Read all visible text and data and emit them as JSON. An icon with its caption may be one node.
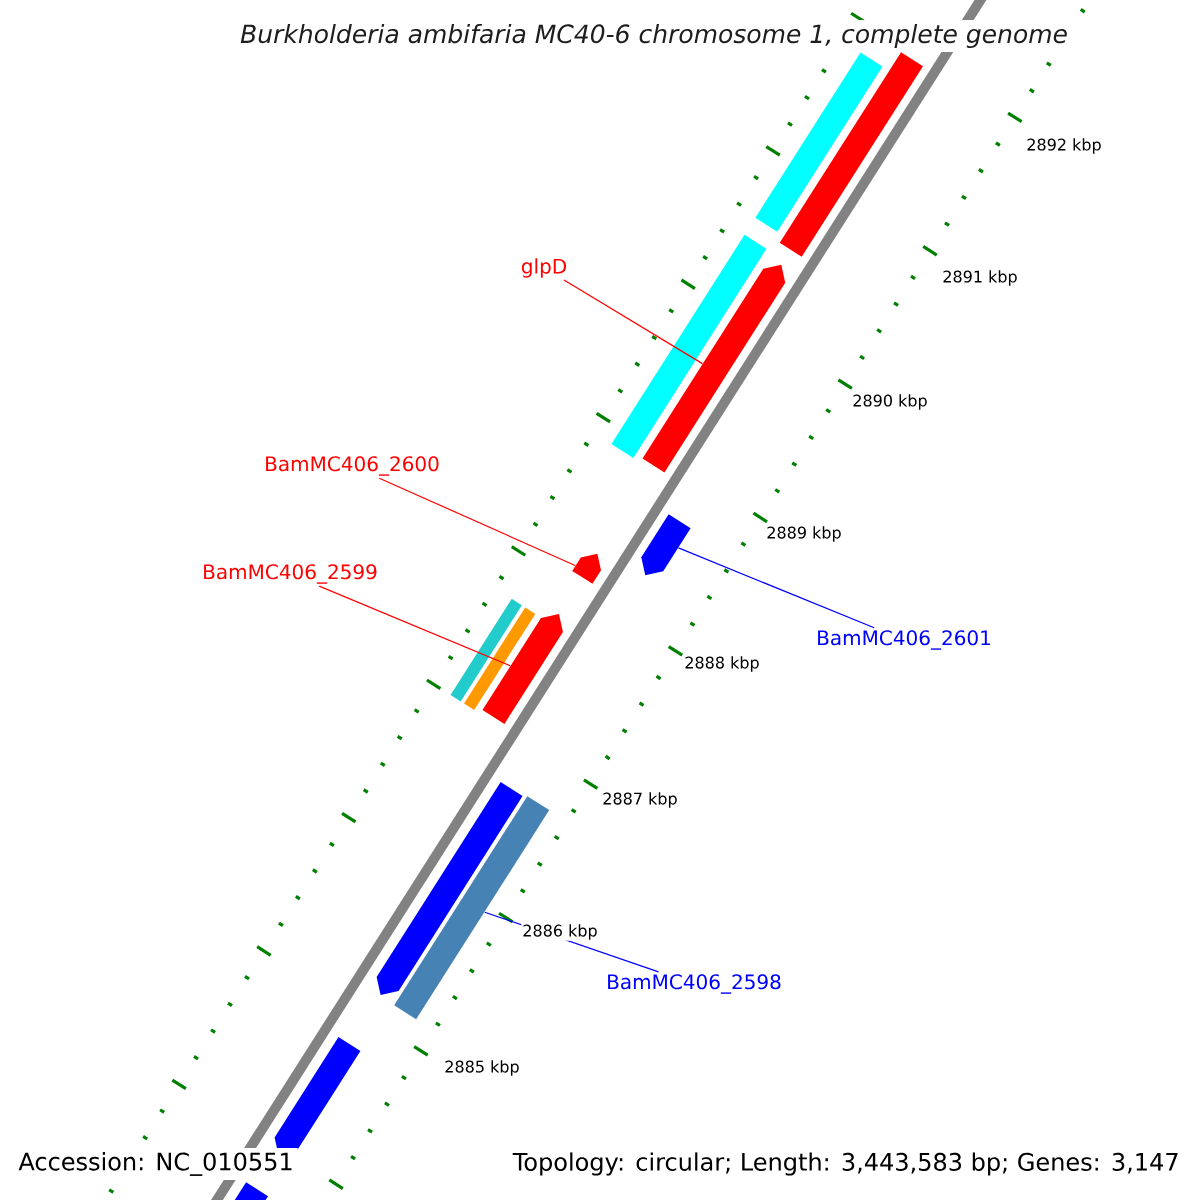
{
  "diagram": {
    "title": "Burkholderia ambifaria MC40-6 chromosome 1, complete genome",
    "nodes": [
      {
        "text": [
          "glpD"
        ]
      },
      {
        "text": [
          "BamMC406_2600"
        ]
      },
      {
        "text": [
          "BamMC406_2599"
        ]
      },
      {
        "text": [
          "BamMC406_2601"
        ]
      },
      {
        "text": [
          "BamMC406_2598"
        ]
      },
      {
        "text": [],
        "shape": "bar"
      },
      {
        "text": [],
        "shape": "bar"
      },
      {
        "text": [],
        "shape": "bar"
      },
      {
        "text": [],
        "shape": "bar"
      },
      {
        "text": [],
        "shape": "bar"
      },
      {
        "text": [],
        "shape": "bar"
      },
      {
        "text": [],
        "shape": "bar"
      },
      {
        "text": [],
        "shape": "bar"
      },
      {
        "text": [],
        "shape": "bar"
      },
      {
        "text": [],
        "shape": "bar"
      },
      {
        "text": [],
        "shape": "bar"
      },
      {
        "text": [],
        "shape": "bar"
      },
      {
        "text": [],
        "shape": "bar"
      }
    ],
    "edges": [
      {
        "from": 0,
        "to": 8,
        "arrow": "none"
      },
      {
        "from": 1,
        "to": 10,
        "arrow": "none"
      },
      {
        "from": 2,
        "to": 13,
        "arrow": "none"
      },
      {
        "from": 3,
        "to": 9,
        "arrow": "none",
        "color": "#0000ff"
      },
      {
        "from": 4,
        "to": 15,
        "arrow": "none",
        "color": "#0000ff"
      }
    ],
    "labels": [
      "2892 kbp",
      "2891 kbp",
      "2890 kbp",
      "2889 kbp",
      "2888 kbp",
      "2887 kbp",
      "2886 kbp",
      "2885 kbp",
      "Accession: NC_010551",
      "Topology: circular; Length: 3,443,583 bp; Genes: 3,147"
    ]
  }
}
